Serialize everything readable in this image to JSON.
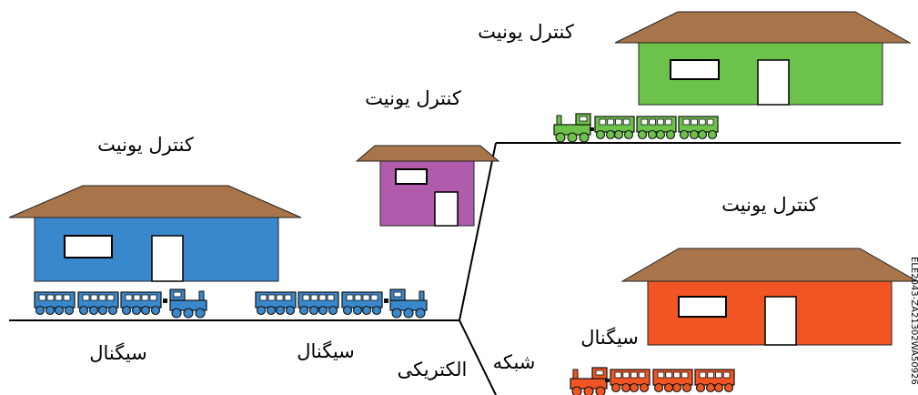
{
  "labels": {
    "control_unit_top_right": "کنترل یونیت",
    "control_unit_middle": "کنترل یونیت",
    "control_unit_left": "کنترل یونیت",
    "control_unit_bottom_right": "کنترل یونیت",
    "signal_left": "سیگنال",
    "signal_middle": "سیگنال",
    "signal_bottom_right": "سیگنال",
    "electrical_network_a": "الکتریکی",
    "electrical_network_b": "شبکه"
  },
  "watermark": "ELE2043-ZA21302WA50926",
  "colors": {
    "roof": "#a8744a",
    "house_green": "#6cc24a",
    "house_purple": "#b05bab",
    "house_blue": "#3a88cc",
    "house_orange": "#f05523",
    "train_green": "#6cc24a",
    "train_blue": "#3a88cc",
    "train_orange": "#f05523",
    "track": "#000000"
  }
}
